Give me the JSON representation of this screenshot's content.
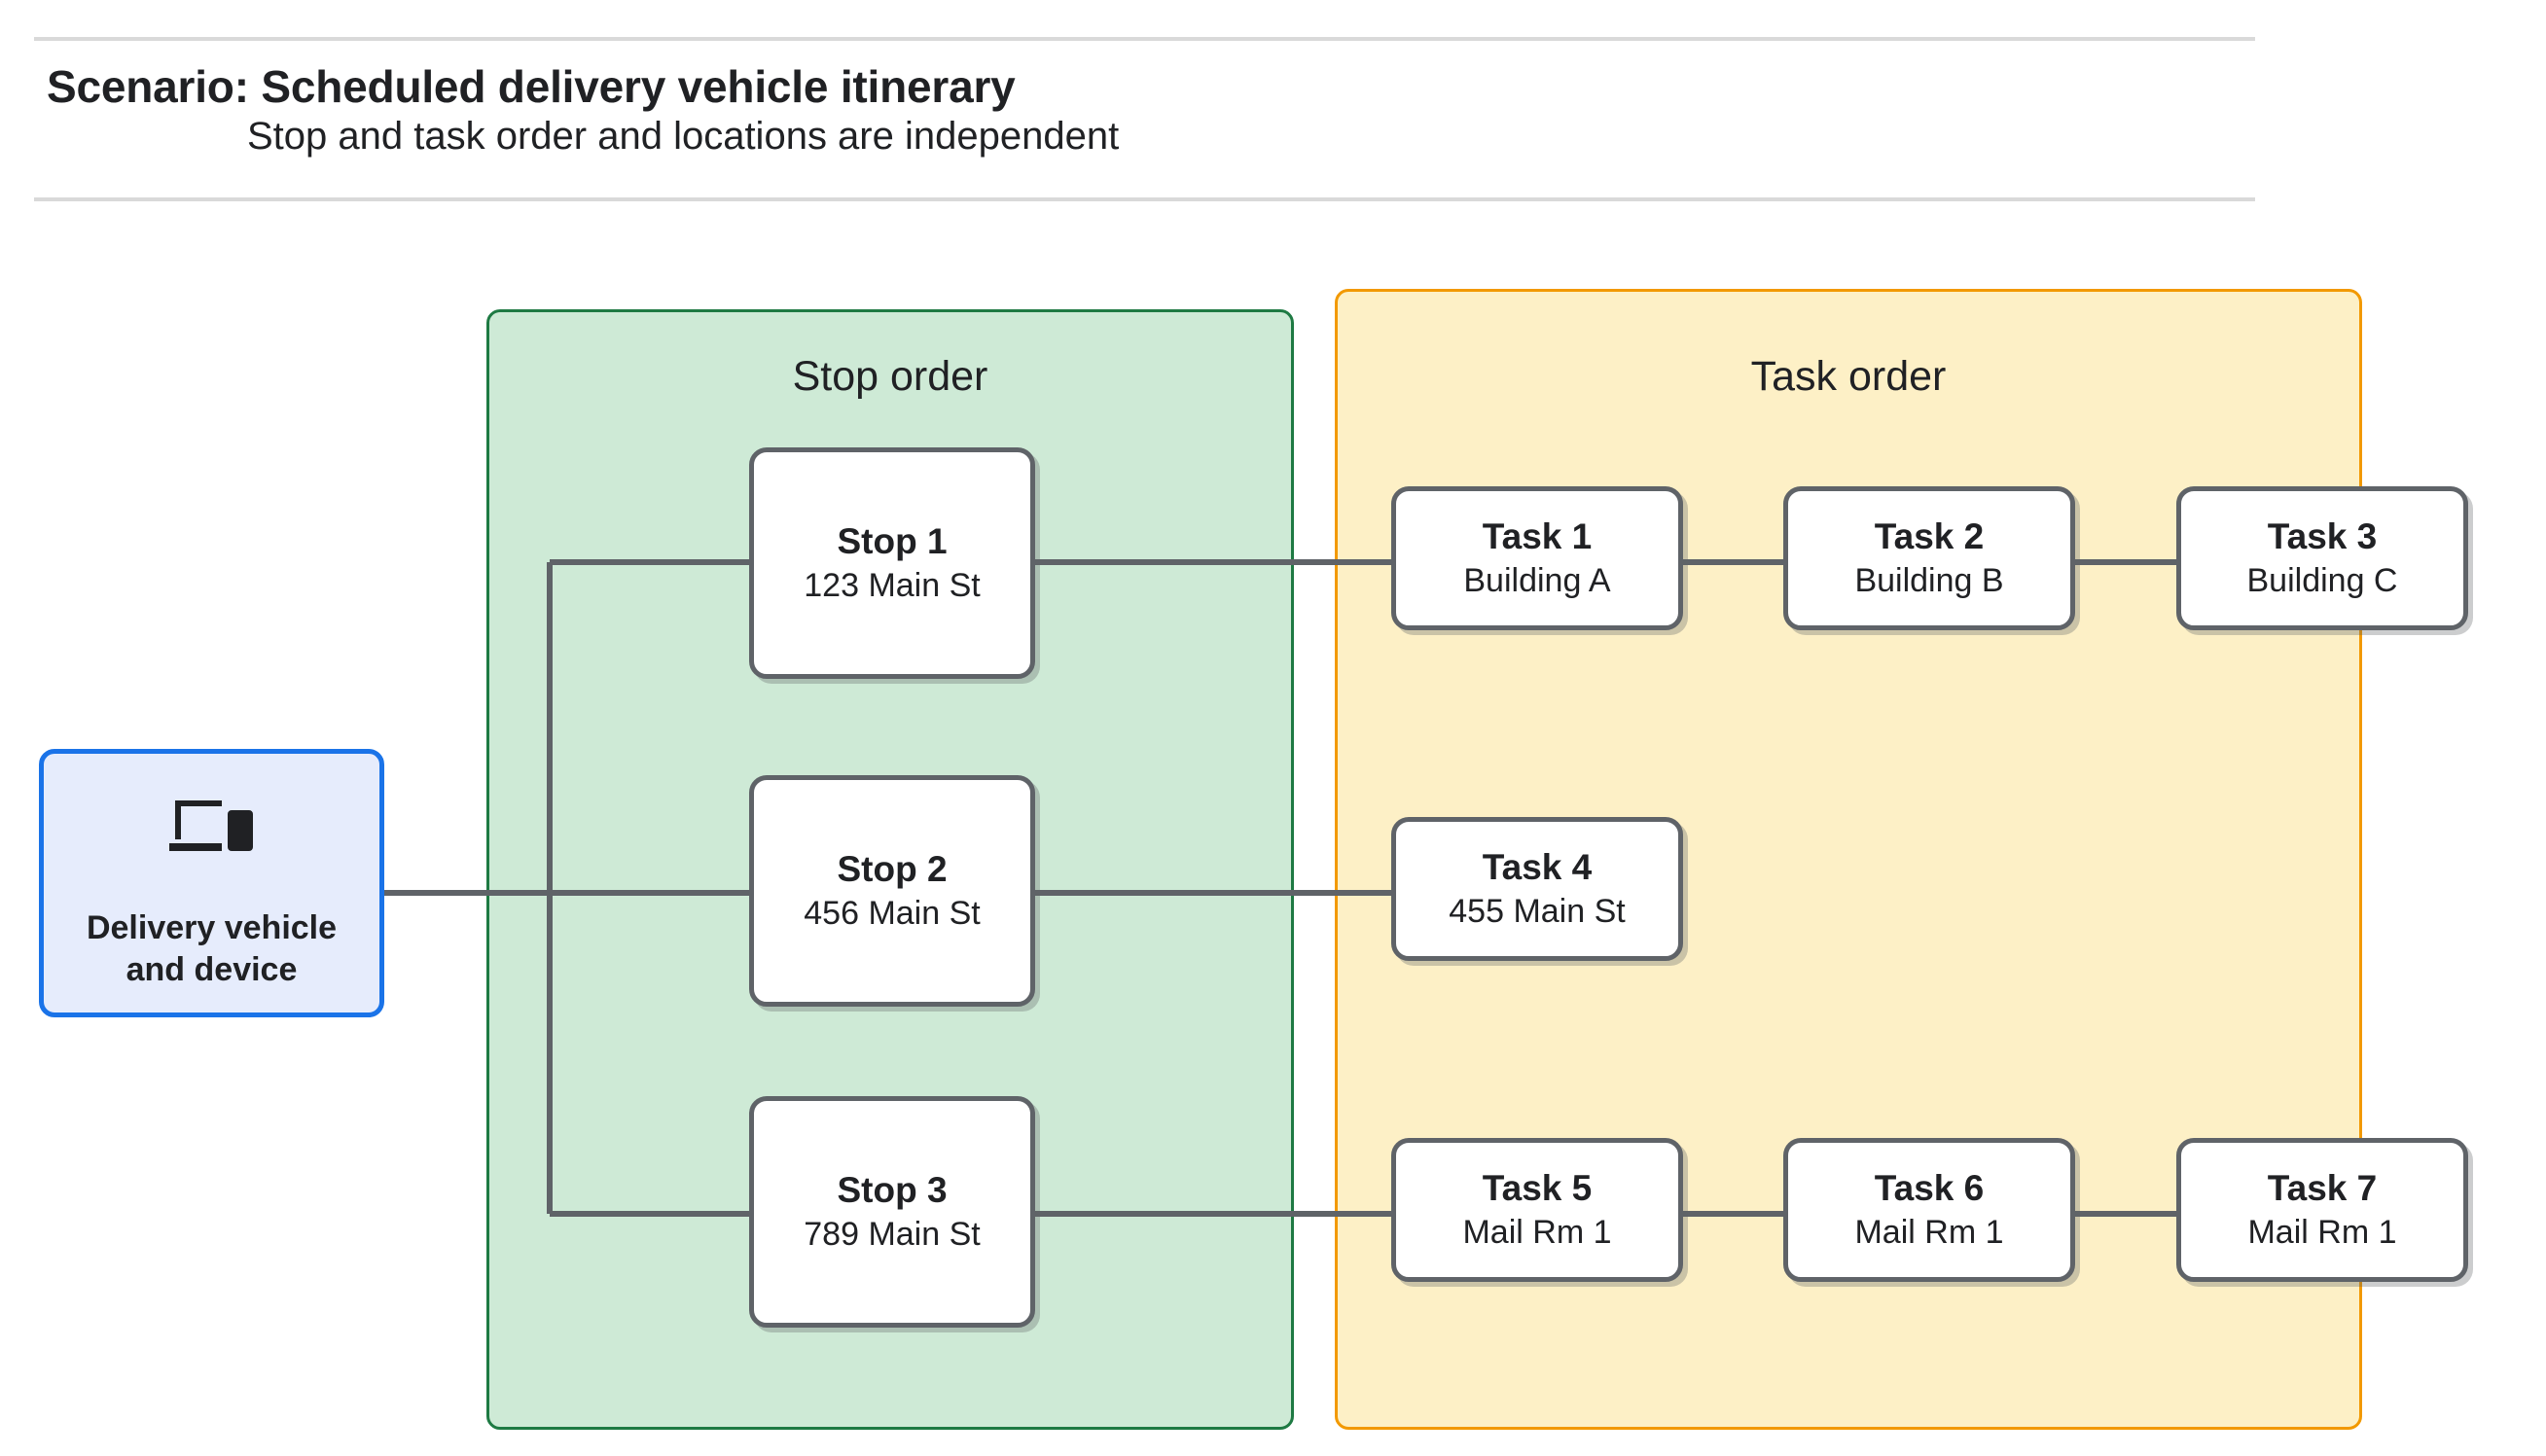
{
  "header": {
    "title": "Scenario: Scheduled delivery vehicle itinerary",
    "subtitle": "Stop and task order and locations are independent"
  },
  "vehicle": {
    "icon": "devices-icon",
    "label_line1": "Delivery vehicle",
    "label_line2": "and device",
    "border_color": "#1a73e8",
    "fill_color": "#e6ecfc"
  },
  "stop_panel": {
    "title": "Stop order",
    "fill_color": "#ceead6",
    "border_color": "#1e7a43",
    "stops": [
      {
        "title": "Stop 1",
        "address": "123 Main St"
      },
      {
        "title": "Stop 2",
        "address": "456 Main St"
      },
      {
        "title": "Stop 3",
        "address": "789 Main St"
      }
    ]
  },
  "task_panel": {
    "title": "Task order",
    "fill_color": "#fdf0c6",
    "border_color": "#f29900",
    "rows": [
      {
        "tasks": [
          {
            "title": "Task 1",
            "location": "Building A"
          },
          {
            "title": "Task 2",
            "location": "Building B"
          },
          {
            "title": "Task 3",
            "location": "Building C"
          }
        ]
      },
      {
        "tasks": [
          {
            "title": "Task 4",
            "location": "455 Main St"
          }
        ]
      },
      {
        "tasks": [
          {
            "title": "Task 5",
            "location": "Mail Rm 1"
          },
          {
            "title": "Task 6",
            "location": "Mail Rm 1"
          },
          {
            "title": "Task 7",
            "location": "Mail Rm 1"
          }
        ]
      }
    ]
  },
  "connector_color": "#5f6368"
}
